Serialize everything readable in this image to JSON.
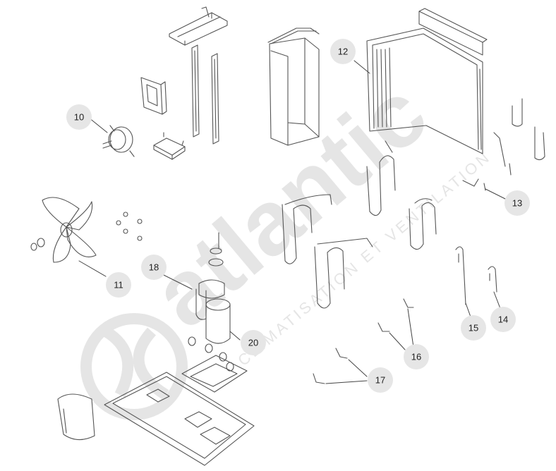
{
  "watermark": {
    "brand": "atlantic",
    "tagline": "CLIMATISATION ET VENTILATION",
    "color": "#cfcfcf"
  },
  "colors": {
    "line": "#555555",
    "bubble_fill": "#e6e6e6",
    "bubble_text": "#222222"
  },
  "callouts": [
    {
      "id": "10",
      "label": "10"
    },
    {
      "id": "11",
      "label": "11"
    },
    {
      "id": "12",
      "label": "12"
    },
    {
      "id": "13",
      "label": "13"
    },
    {
      "id": "14",
      "label": "14"
    },
    {
      "id": "15",
      "label": "15"
    },
    {
      "id": "16",
      "label": "16"
    },
    {
      "id": "17",
      "label": "17"
    },
    {
      "id": "18",
      "label": "18"
    },
    {
      "id": "20",
      "label": "20"
    }
  ]
}
